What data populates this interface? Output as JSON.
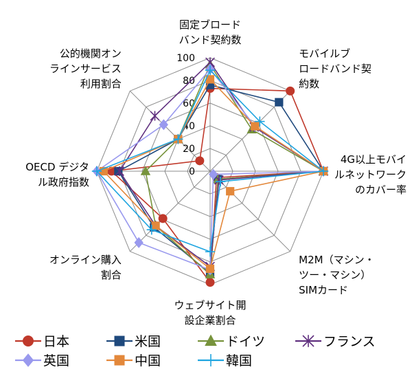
{
  "chart_data": {
    "type": "radar",
    "axes": [
      [
        "固定ブロード",
        "バンド契約数"
      ],
      [
        "モバイルブ",
        "ロードバンド契",
        "約数"
      ],
      [
        "4G以上モバイ",
        "ルネットワーク",
        "のカバー率"
      ],
      [
        "M2M（マシン・",
        "ツー・マシン）",
        "SIMカード"
      ],
      [
        "ウェブサイト開",
        "設企業割合"
      ],
      [
        "オンライン購入",
        "割合"
      ],
      [
        "OECD デジタ",
        "ル政府指数"
      ],
      [
        "公的機関オン",
        "ラインサービス",
        "利用割合"
      ]
    ],
    "r_ticks": [
      "0",
      "20",
      "40",
      "60",
      "80",
      "100"
    ],
    "r_range": [
      0,
      100
    ],
    "grid": true,
    "legend_position": "bottom",
    "series": [
      {
        "name": "日本",
        "color": "#C0392B",
        "marker": "circle",
        "values": [
          73,
          100,
          100,
          8,
          98,
          59,
          87,
          13
        ]
      },
      {
        "name": "米国",
        "color": "#1F497D",
        "marker": "square",
        "values": [
          76,
          86,
          100,
          10,
          90,
          70,
          81,
          40
        ]
      },
      {
        "name": "ドイツ",
        "color": "#77933C",
        "marker": "triangle",
        "values": [
          94,
          52,
          100,
          10,
          91,
          68,
          57,
          40
        ]
      },
      {
        "name": "フランス",
        "color": "#60307F",
        "marker": "asterisk",
        "values": [
          96,
          55,
          100,
          11,
          84,
          68,
          80,
          69
        ]
      },
      {
        "name": "英国",
        "color": "#9999EE",
        "marker": "diamond",
        "values": [
          90,
          56,
          100,
          4,
          87,
          89,
          100,
          58
        ]
      },
      {
        "name": "中国",
        "color": "#E3883B",
        "marker": "square",
        "values": [
          81,
          56,
          100,
          25,
          86,
          68,
          94,
          40
        ]
      },
      {
        "name": "韓国",
        "color": "#1FA5E0",
        "marker": "plus",
        "values": [
          89,
          62,
          100,
          13,
          71,
          73,
          100,
          40
        ]
      }
    ]
  }
}
